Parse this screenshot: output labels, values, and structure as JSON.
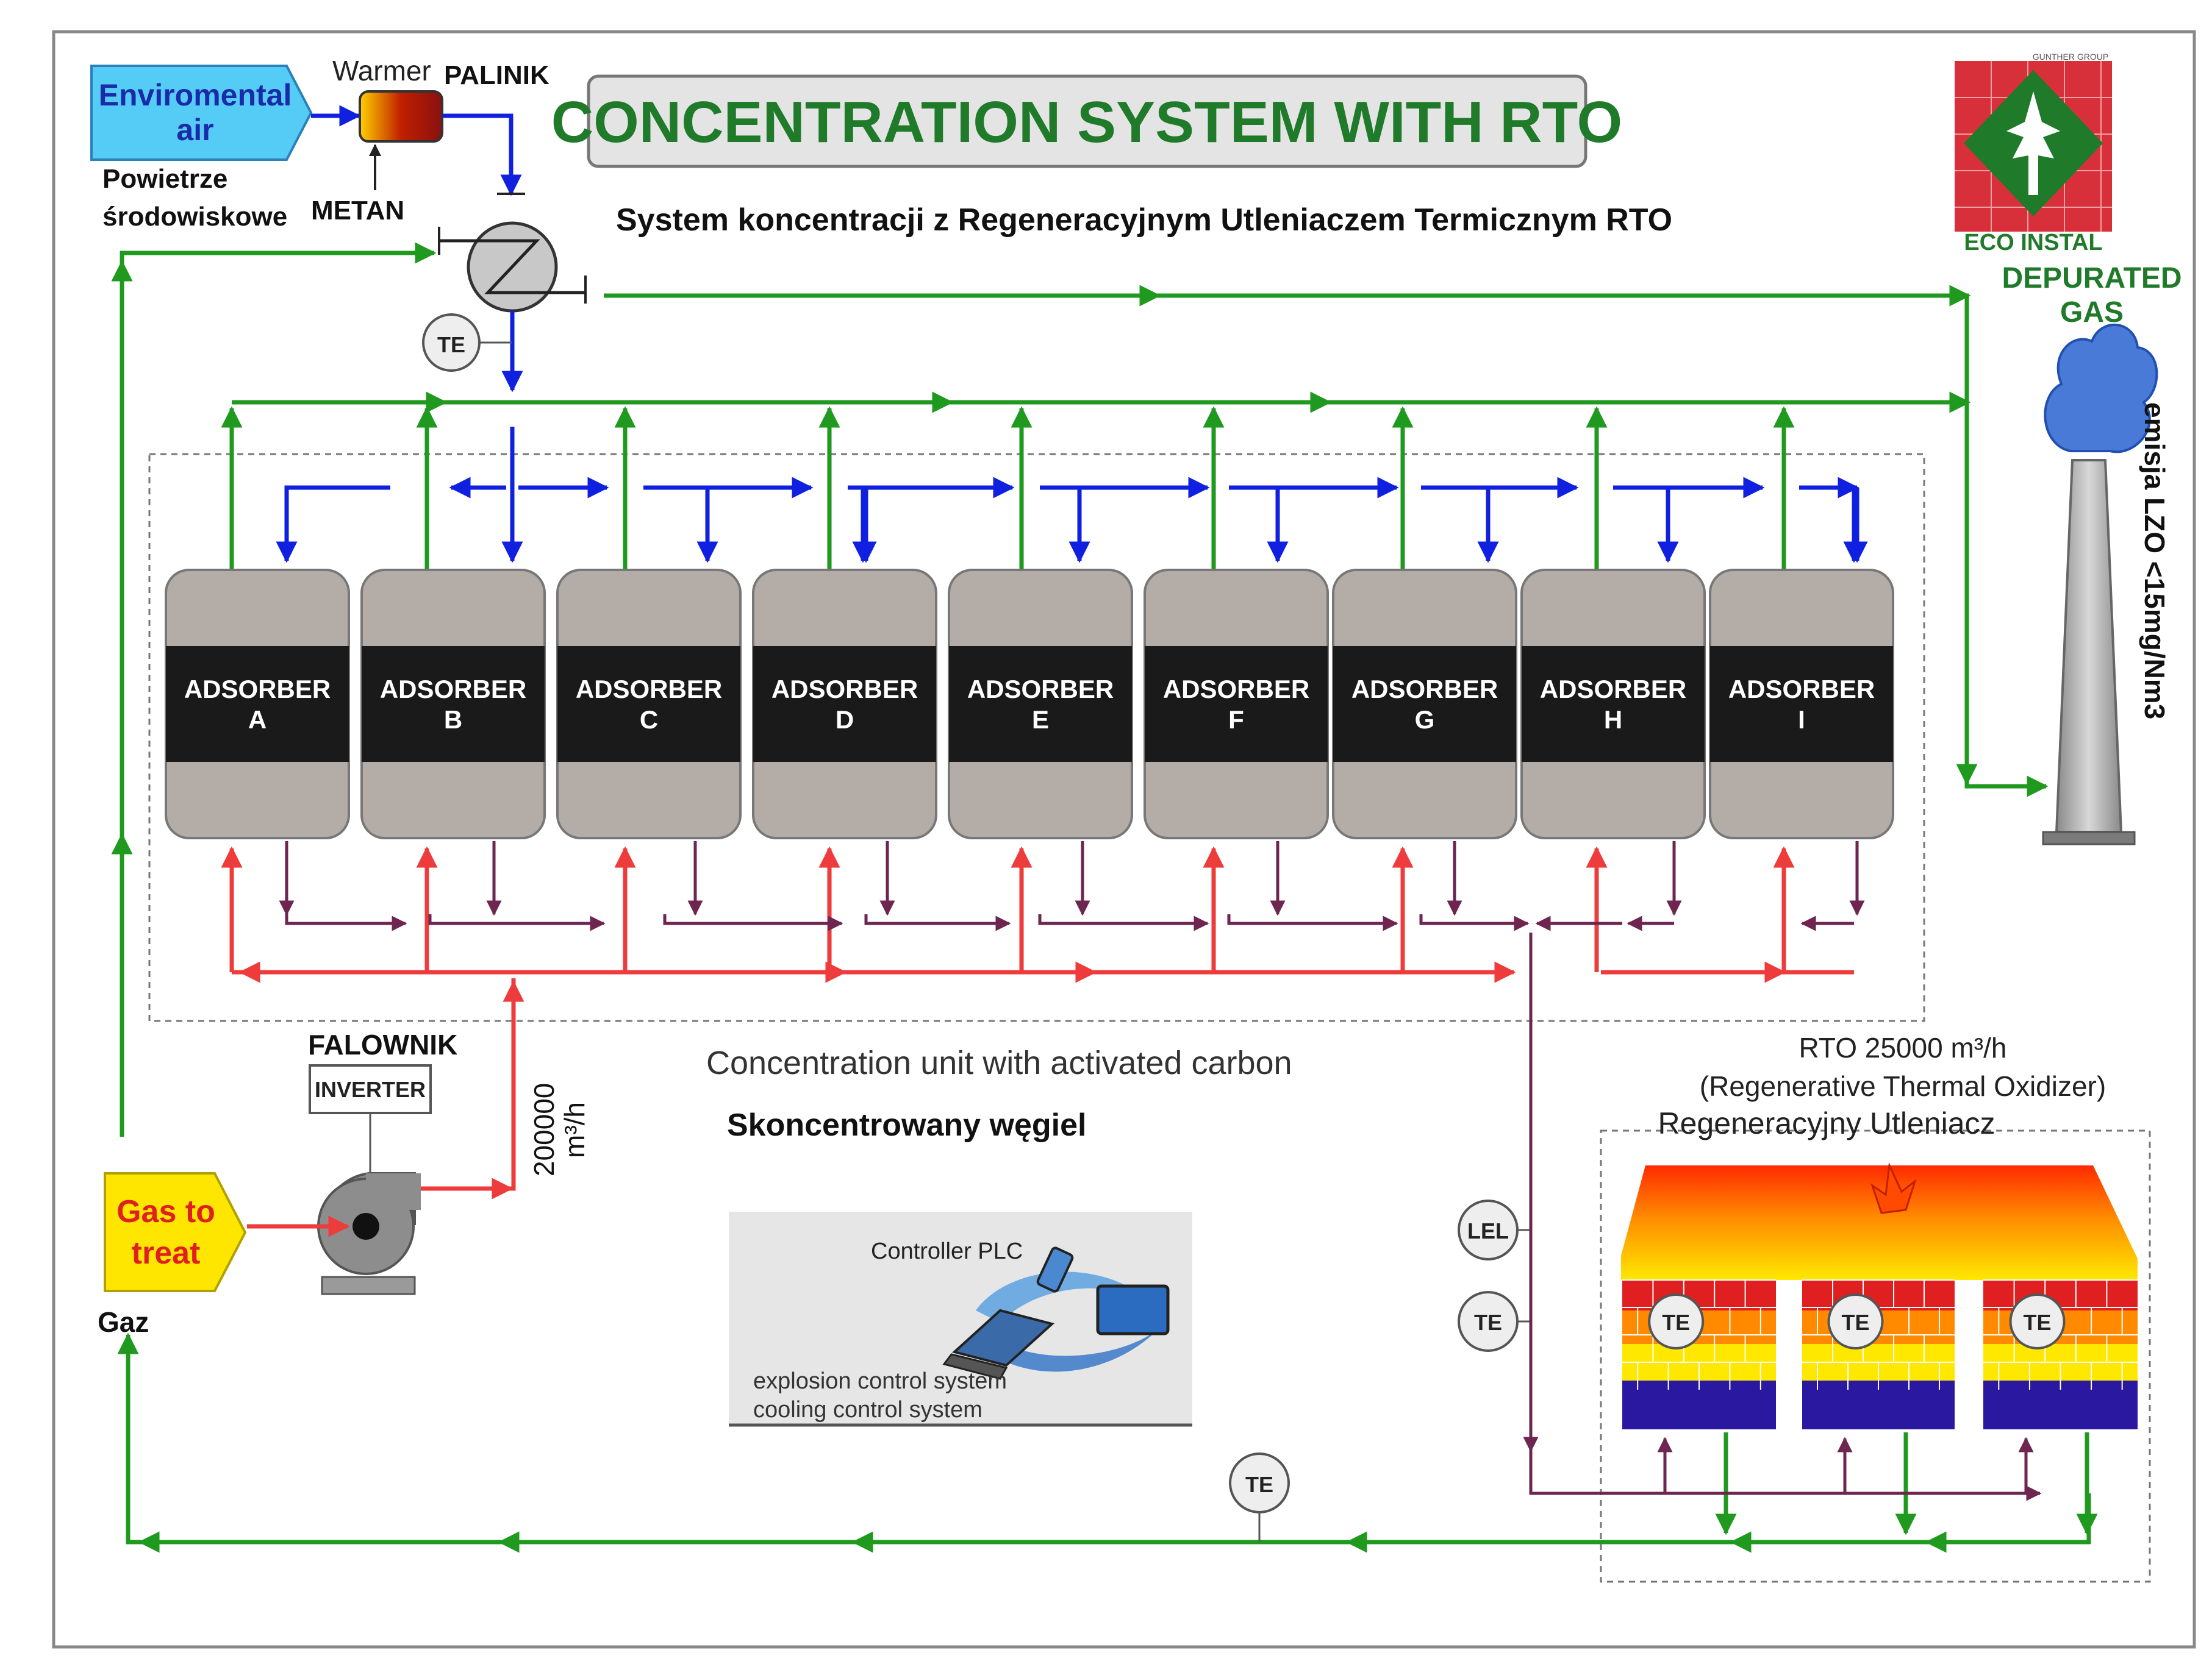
{
  "title": {
    "main": "CONCENTRATION SYSTEM WITH RTO",
    "subtitle_pl": "System koncentracji z Regeneracyjnym Utleniaczem Termicznym RTO"
  },
  "inlet": {
    "env_air_line1": "Enviromental",
    "env_air_line2": "air",
    "env_air_pl_line1": "Powietrze",
    "env_air_pl_line2": "środowiskowe",
    "warmer": "Warmer",
    "palinik": "PALINIK",
    "metan": "METAN",
    "te": "TE"
  },
  "logo": {
    "group": "GUNTHER GROUP",
    "name": "ECO INSTAL"
  },
  "outlet": {
    "depurated_line1": "DEPURATED",
    "depurated_line2": "GAS",
    "emission": "emisja LZO <15mg/Nm3"
  },
  "adsorbers": [
    {
      "line1": "ADSORBER",
      "line2": "A"
    },
    {
      "line1": "ADSORBER",
      "line2": "B"
    },
    {
      "line1": "ADSORBER",
      "line2": "C"
    },
    {
      "line1": "ADSORBER",
      "line2": "D"
    },
    {
      "line1": "ADSORBER",
      "line2": "E"
    },
    {
      "line1": "ADSORBER",
      "line2": "F"
    },
    {
      "line1": "ADSORBER",
      "line2": "G"
    },
    {
      "line1": "ADSORBER",
      "line2": "H"
    },
    {
      "line1": "ADSORBER",
      "line2": "I"
    }
  ],
  "concentration": {
    "label_en": "Concentration unit with activated carbon",
    "label_pl": "Skoncentrowany węgiel"
  },
  "fan": {
    "falownik": "FALOWNIK",
    "inverter": "INVERTER",
    "flow_line1": "200000",
    "flow_line2": "m³/h"
  },
  "gas_in": {
    "line1": "Gas to",
    "line2": "treat",
    "pl": "Gaz"
  },
  "plc": {
    "title": "Controller PLC",
    "line1": "explosion control system",
    "line2": "cooling control system"
  },
  "rto": {
    "line1": "RTO 25000 m³/h",
    "line2": "(Regenerative Thermal Oxidizer)",
    "line3": "Regeneracyjny Utleniacz",
    "te": "TE"
  },
  "sensors": {
    "lel": "LEL",
    "te": "TE"
  },
  "colors": {
    "green": "#1f9a1f",
    "blue": "#1020e0",
    "red": "#ee3b3b",
    "purple": "#6e2550",
    "title_green": "#1f7a2a"
  }
}
